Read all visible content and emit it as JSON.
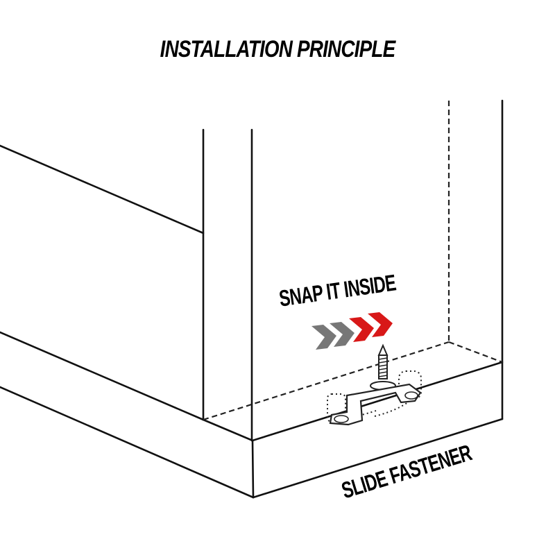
{
  "title": "INSTALLATION PRINCIPLE",
  "labels": {
    "snap": "SNAP IT INSIDE",
    "fastener": "SLIDE FASTENER"
  },
  "arrows": {
    "count_gray": 2,
    "count_red": 2,
    "gray_color": "#777777",
    "red_color": "#d81818",
    "icon": "chevron-right-icon"
  },
  "colors": {
    "line": "#111111",
    "background": "#ffffff"
  }
}
